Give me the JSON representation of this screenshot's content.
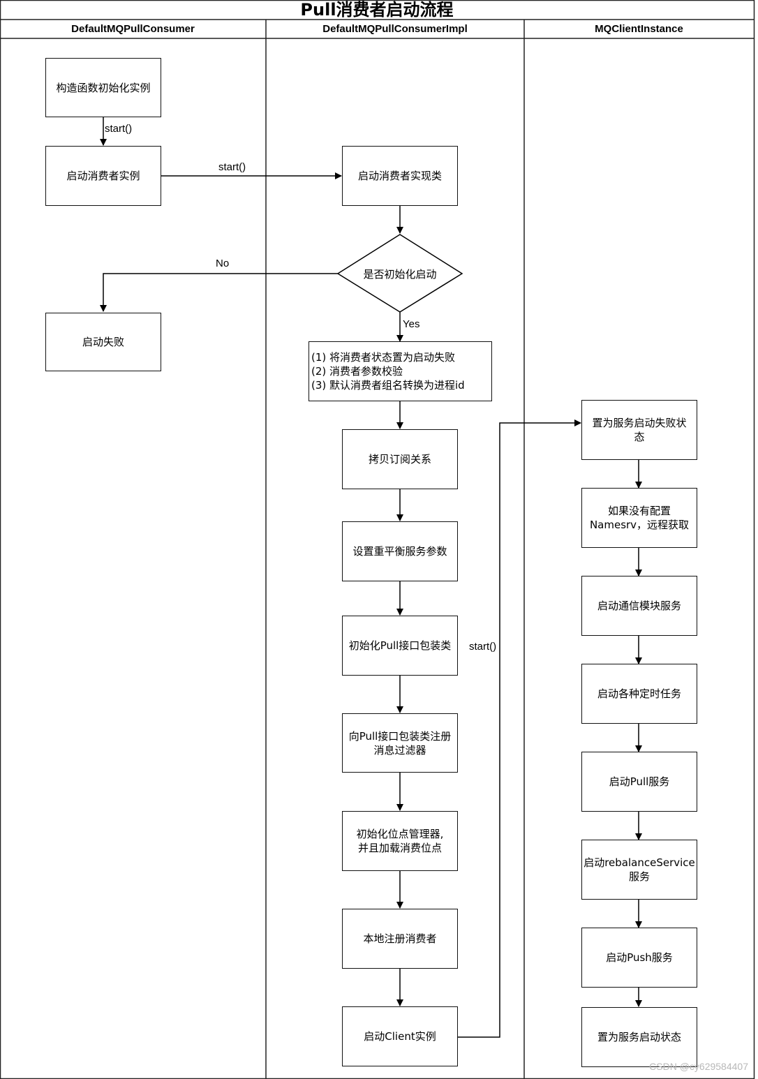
{
  "title": "Pull消费者启动流程",
  "lanes": [
    {
      "name": "DefaultMQPullConsumer"
    },
    {
      "name": "DefaultMQPullConsumerImpl"
    },
    {
      "name": "MQClientInstance"
    }
  ],
  "nodes": {
    "init_instance": "构造函数初始化实例",
    "start_consumer": "启动消费者实例",
    "start_fail": "启动失败",
    "start_impl": "启动消费者实现类",
    "is_init_start": "是否初始化启动",
    "prep_steps": "(1) 将消费者状态置为启动失败\n(2) 消费者参数校验\n(3) 默认消费者组名转换为进程id",
    "copy_subscription": "拷贝订阅关系",
    "set_rebalance": "设置重平衡服务参数",
    "init_pull_wrapper": "初始化Pull接口包装类",
    "register_filter": "向Pull接口包装类注册\n消息过滤器",
    "init_offset": "初始化位点管理器,\n并且加载消费位点",
    "register_local": "本地注册消费者",
    "start_client": "启动Client实例",
    "set_fail_state": "置为服务启动失败状\n态",
    "fetch_namesrv": "如果没有配置\nNamesrv，远程获取",
    "start_comm": "启动通信模块服务",
    "start_timers": "启动各种定时任务",
    "start_pull": "启动Pull服务",
    "start_rebalance": "启动rebalanceService\n服务",
    "start_push": "启动Push服务",
    "set_start_state": "置为服务启动状态"
  },
  "edges": {
    "start_call_1": "start()",
    "start_call_2": "start()",
    "start_call_3": "start()",
    "no": "No",
    "yes": "Yes"
  },
  "watermark": "CSDN @cy629584407"
}
